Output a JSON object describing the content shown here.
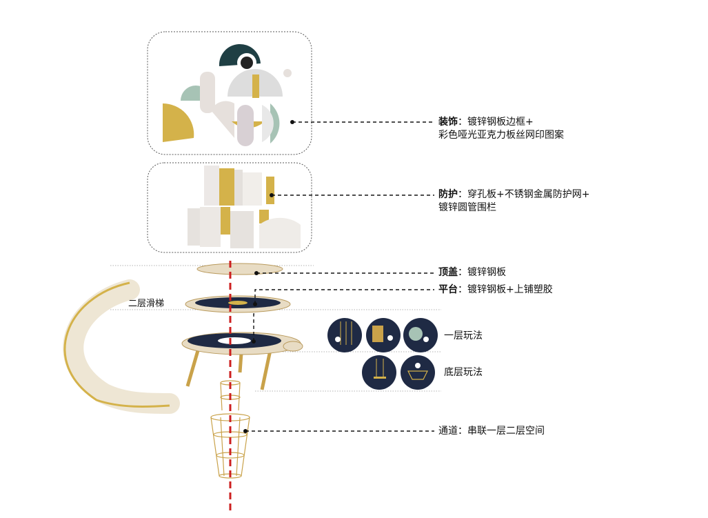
{
  "labels": {
    "decoration": {
      "title": "装饰",
      "line1": "镀锌钢板边框+",
      "line2": "彩色哑光亚克力板丝网印图案"
    },
    "protection": {
      "title": "防护",
      "line1": "穿孔板+不锈钢金属防护网+",
      "line2": "镀锌圆管围栏"
    },
    "roof": {
      "title": "顶盖",
      "text": "镀锌钢板"
    },
    "platform": {
      "title": "平台",
      "text": "镀锌钢板+上铺塑胶"
    },
    "slide": "二层滑梯",
    "first_floor_play": "一层玩法",
    "ground_floor_play": "底层玩法",
    "passage": {
      "title": "通道",
      "text": "串联一层二层空间"
    }
  },
  "colors": {
    "gold": "#d4b24a",
    "navy": "#1f2a44",
    "sage": "#a7c3b5",
    "dark_teal": "#1f3f44",
    "red_axis": "#cc1f1f",
    "beige": "#e8dcc4"
  }
}
